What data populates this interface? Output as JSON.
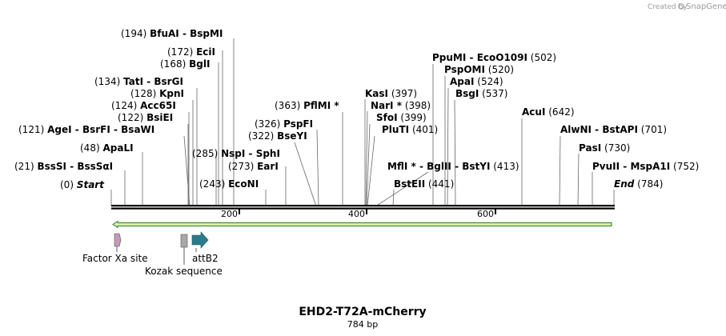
{
  "credit": {
    "created_by": "Created by",
    "brand": "SnapGene"
  },
  "map": {
    "title": "EHD2-T72A-mCherry",
    "length": "784 bp",
    "total_bp": 784
  },
  "ticks": [
    "200",
    "400",
    "600"
  ],
  "start_label": "Start",
  "end_label": "End",
  "sites": [
    {
      "pos": "(194)",
      "name": "BfuAI",
      "name2": "BspMI"
    },
    {
      "pos": "(172)",
      "name": "EciI"
    },
    {
      "pos": "(168)",
      "name": "BglI"
    },
    {
      "pos": "(134)",
      "name": "TatI",
      "name2": "BsrGI"
    },
    {
      "pos": "(128)",
      "name": "KpnI"
    },
    {
      "pos": "(124)",
      "name": "Acc65I"
    },
    {
      "pos": "(122)",
      "name": "BsiEI"
    },
    {
      "pos": "(121)",
      "name": "AgeI",
      "name2": "BsrFI",
      "name3": "BsaWI"
    },
    {
      "pos": "(48)",
      "name": "ApaLI"
    },
    {
      "pos": "(21)",
      "name": "BssSI",
      "name2": "BssSαI"
    },
    {
      "pos": "(0)",
      "name": "Start"
    },
    {
      "pos": "(285)",
      "name": "NspI",
      "name2": "SphI"
    },
    {
      "pos": "(273)",
      "name": "EarI"
    },
    {
      "pos": "(243)",
      "name": "EcoNI"
    },
    {
      "pos": "(363)",
      "name": "PflMI *"
    },
    {
      "pos": "(326)",
      "name": "PspFI"
    },
    {
      "pos": "(322)",
      "name": "BseYI"
    },
    {
      "pos": "(397)",
      "name": "KasI"
    },
    {
      "pos": "(398)",
      "name": "NarI *"
    },
    {
      "pos": "(399)",
      "name": "SfoI"
    },
    {
      "pos": "(401)",
      "name": "PluTI"
    },
    {
      "pos": "(502)",
      "name": "PpuMI",
      "name2": "EcoO109I"
    },
    {
      "pos": "(520)",
      "name": "PspOMI"
    },
    {
      "pos": "(524)",
      "name": "ApaI"
    },
    {
      "pos": "(537)",
      "name": "BsgI"
    },
    {
      "pos": "(413)",
      "name": "MflI *",
      "name2": "BglII",
      "name3": "BstYI"
    },
    {
      "pos": "(441)",
      "name": "BstEII"
    },
    {
      "pos": "(642)",
      "name": "AcuI"
    },
    {
      "pos": "(701)",
      "name": "AlwNI",
      "name2": "BstAPI"
    },
    {
      "pos": "(730)",
      "name": "PasI"
    },
    {
      "pos": "(752)",
      "name": "PvuII",
      "name2": "MspA1I"
    },
    {
      "pos": "(784)",
      "name": "End"
    }
  ],
  "features": {
    "factor_xa": "Factor Xa site",
    "kozak": "Kozak sequence",
    "attb2": "attB2"
  },
  "colors": {
    "arrow_fill": "#d6f0a8",
    "arrow_stroke": "#2e7d32",
    "factor_xa": "#c79ab8",
    "kozak": "#a8a8a8",
    "attb2": "#2b7a8c"
  }
}
